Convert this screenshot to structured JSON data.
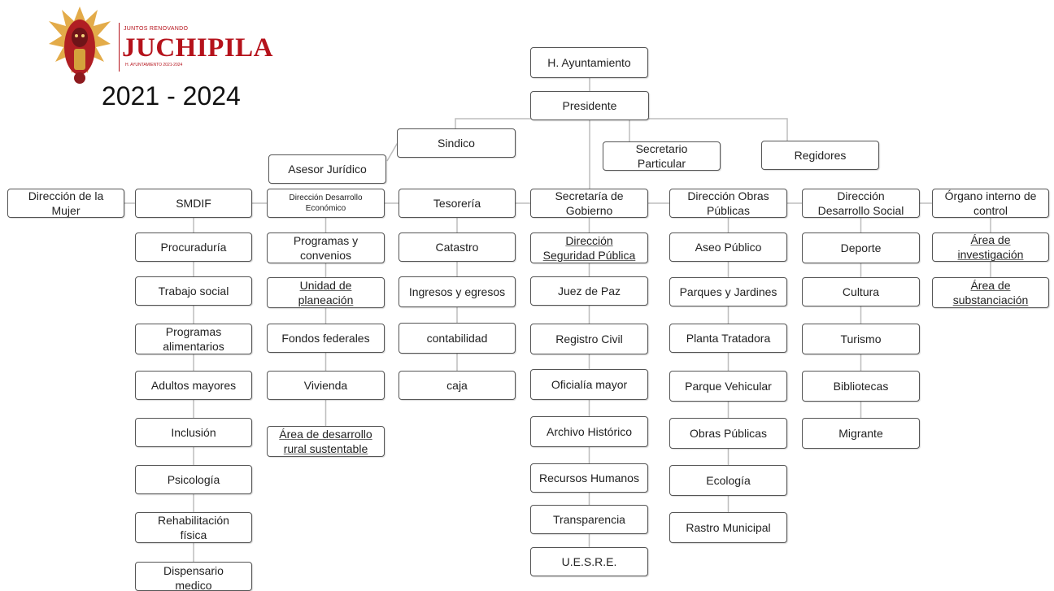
{
  "header": {
    "tagline": "JUNTOS RENOVANDO",
    "municipality": "JUCHIPILA",
    "subline": "H. AYUNTAMIENTO 2021-2024",
    "period": "2021 - 2024",
    "logo_icon": "municipal-emblem-icon",
    "brand_color": "#b5121b"
  },
  "chart": {
    "ayuntamiento": "H. Ayuntamiento",
    "presidente": "Presidente",
    "sindico": "Sindico",
    "asesor": "Asesor Jurídico",
    "secretario_particular": "Secretario\nParticular",
    "regidores": "Regidores",
    "departments": [
      {
        "label": "Dirección de la\nMujer",
        "items": []
      },
      {
        "label": "SMDIF",
        "items": [
          "Procuraduría",
          "Trabajo social",
          "Programas\nalimentarios",
          "Adultos mayores",
          "Inclusión",
          "Psicología",
          "Rehabilitación\nfísica",
          "Dispensario\nmedico"
        ]
      },
      {
        "label": "Dirección Desarrollo\nEconómico",
        "items": [
          "Programas y\nconvenios",
          "Unidad de\nplaneación",
          "Fondos federales",
          "Vivienda",
          "Área de desarrollo\nrural sustentable"
        ]
      },
      {
        "label": "Tesorería",
        "items": [
          "Catastro",
          "Ingresos y egresos",
          "contabilidad",
          "caja"
        ]
      },
      {
        "label": "Secretaría de\nGobierno",
        "items": [
          "Dirección\nSeguridad Pública",
          "Juez de Paz",
          "Registro Civil",
          "Oficialía mayor",
          "Archivo Histórico",
          "Recursos Humanos",
          "Transparencia",
          "U.E.S.R.E."
        ]
      },
      {
        "label": "Dirección Obras\nPúblicas",
        "items": [
          "Aseo Público",
          "Parques y Jardines",
          "Planta Tratadora",
          "Parque Vehicular",
          "Obras Públicas",
          "Ecología",
          "Rastro Municipal"
        ]
      },
      {
        "label": "Dirección\nDesarrollo Social",
        "items": [
          "Deporte",
          "Cultura",
          "Turismo",
          "Bibliotecas",
          "Migrante"
        ]
      },
      {
        "label": "Órgano interno de\ncontrol",
        "items": [
          "Área de\ninvestigación",
          "Área de\nsubstanciación"
        ]
      }
    ],
    "line_color": "#bdbdbd"
  }
}
